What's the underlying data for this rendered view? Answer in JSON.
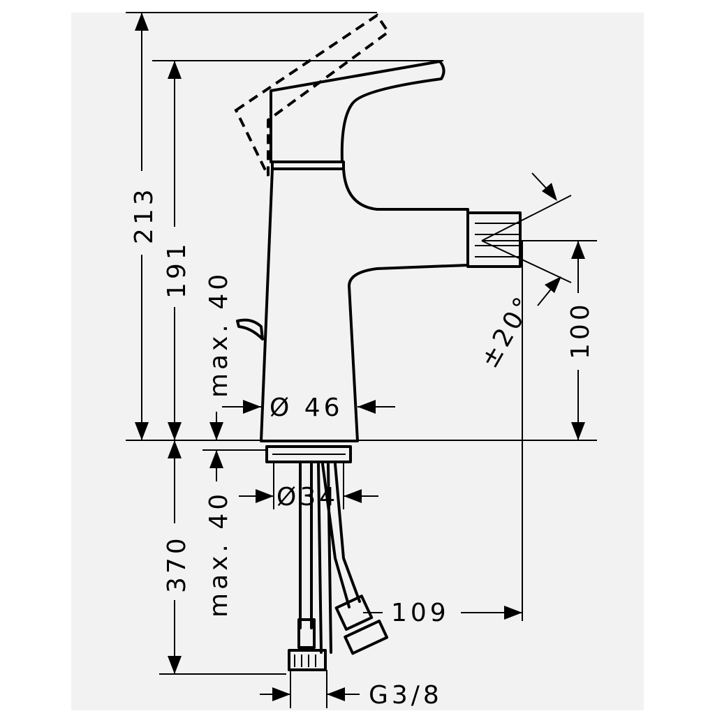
{
  "dimensions": {
    "total_height": "213",
    "handle_height": "191",
    "pop_up_rod": "max. 40",
    "base_diameter": "Ø 46",
    "hole_diameter": "Ø34",
    "deck_thickness": "max. 40",
    "hose_length": "370",
    "spout_height": "100",
    "swivel_angle": "±20°",
    "spout_projection": "109",
    "connection_thread": "G3/8"
  }
}
